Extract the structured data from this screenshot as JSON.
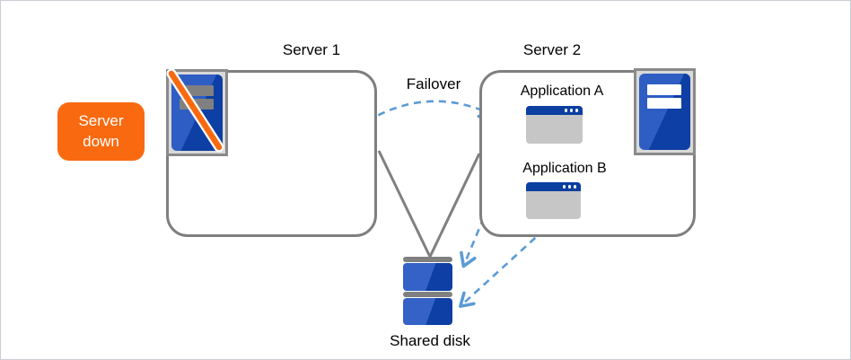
{
  "diagram": {
    "badge": {
      "label": "Server down"
    },
    "server1": {
      "label": "Server 1",
      "status": "down"
    },
    "server2": {
      "label": "Server 2",
      "status": "up"
    },
    "failover": {
      "label": "Failover"
    },
    "applications": [
      {
        "label": "Application A"
      },
      {
        "label": "Application B"
      }
    ],
    "shared_disk": {
      "label": "Shared disk"
    }
  },
  "colors": {
    "dashed_arrow_blue": "#5b9bd5",
    "solid_line_gray": "#808080",
    "box_border_gray": "#7f7f7f",
    "badge_orange": "#f96a10",
    "slash_orange": "#f96a10",
    "icon_frame_fill": "#d9d9d9",
    "icon_frame_border": "#8a8a8a",
    "server_blue_light": "#2e5ec4",
    "server_blue_dark": "#0d3fa4",
    "down_bar_gray": "#808080",
    "up_bar_white": "#ffffff",
    "window_titlebar_blue": "#0b3fa0",
    "window_body_gray": "#c6c6c6",
    "disk_blue_light": "#3462c6",
    "disk_blue_dark": "#0d3fa4"
  },
  "icons": {
    "server1_icon": "server-down-icon",
    "server2_icon": "server-up-icon",
    "app_icon": "application-window-icon",
    "disk_icon": "shared-disk-icon"
  }
}
